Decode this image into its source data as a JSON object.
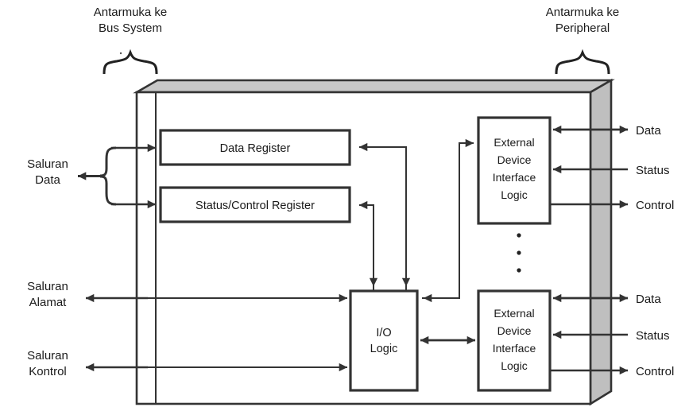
{
  "diagram": {
    "title_top_left": {
      "line1": "Antarmuka ke",
      "line2": "Bus System"
    },
    "title_top_right": {
      "line1": "Antarmuka ke",
      "line2": "Peripheral"
    },
    "bus_lines": [
      {
        "id": "data",
        "line1": "Saluran",
        "line2": "Data"
      },
      {
        "id": "address",
        "line1": "Saluran",
        "line2": "Alamat"
      },
      {
        "id": "control",
        "line1": "Saluran",
        "line2": "Kontrol"
      }
    ],
    "registers": [
      {
        "id": "data-register",
        "label": "Data Register"
      },
      {
        "id": "status-control-register",
        "label": "Status/Control Register"
      }
    ],
    "io_logic": {
      "line1": "I/O",
      "line2": "Logic"
    },
    "external_interfaces": [
      {
        "id": "edil-top",
        "line1": "External",
        "line2": "Device",
        "line3": "Interface",
        "line4": "Logic"
      },
      {
        "id": "edil-bottom",
        "line1": "External",
        "line2": "Device",
        "line3": "Interface",
        "line4": "Logic"
      }
    ],
    "peripheral_signals_top": [
      {
        "id": "data",
        "label": "Data"
      },
      {
        "id": "status",
        "label": "Status"
      },
      {
        "id": "control",
        "label": "Control"
      }
    ],
    "peripheral_signals_bottom": [
      {
        "id": "data",
        "label": "Data"
      },
      {
        "id": "status",
        "label": "Status"
      },
      {
        "id": "control",
        "label": "Control"
      }
    ],
    "ellipsis": "⋮",
    "colors": {
      "stroke": "#333333",
      "face_top": "#c8c8c8",
      "face_side": "#bfbfbf",
      "background": "#ffffff",
      "text": "#1a1a1a"
    }
  }
}
